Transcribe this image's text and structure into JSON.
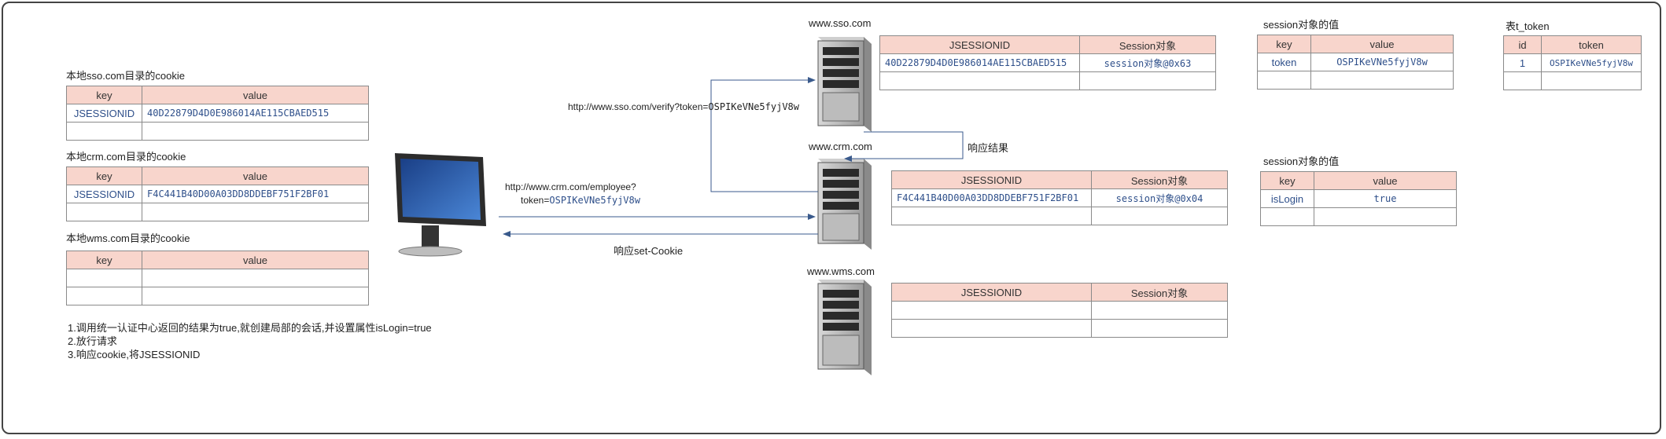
{
  "cookies": {
    "sso": {
      "title": "本地sso.com目录的cookie",
      "key_header": "key",
      "value_header": "value",
      "key": "JSESSIONID",
      "value": "40D22879D4D0E986014AE115CBAED515"
    },
    "crm": {
      "title": "本地crm.com目录的cookie",
      "key_header": "key",
      "value_header": "value",
      "key": "JSESSIONID",
      "value": "F4C441B40D00A03DD8DDEBF751F2BF01"
    },
    "wms": {
      "title": "本地wms.com目录的cookie",
      "key_header": "key",
      "value_header": "value"
    }
  },
  "notes": [
    "1.调用统一认证中心返回的结果为true,就创建局部的会话,并设置属性isLogin=true",
    "2.放行请求",
    "3.响应cookie,将JSESSIONID"
  ],
  "servers": {
    "sso": "www.sso.com",
    "crm": "www.crm.com",
    "wms": "www.wms.com"
  },
  "arrows": {
    "verify": {
      "prefix": "http://www.sso.com/verify?token=",
      "token": "OSPIKeVNe5fyjV8w"
    },
    "employee": {
      "line1": "http://www.crm.com/employee?",
      "prefix": "token=",
      "token": "OSPIKeVNe5fyjV8w"
    },
    "result": "响应结果",
    "set_cookie": "响应set-Cookie"
  },
  "sessions": {
    "sso": {
      "h1": "JSESSIONID",
      "h2": "Session对象",
      "id": "40D22879D4D0E986014AE115CBAED515",
      "obj": "session对象@0x63"
    },
    "crm": {
      "h1": "JSESSIONID",
      "h2": "Session对象",
      "id": "F4C441B40D00A03DD8DDEBF751F2BF01",
      "obj": "session对象@0x04"
    },
    "wms": {
      "h1": "JSESSIONID",
      "h2": "Session对象"
    }
  },
  "session_values": {
    "sso": {
      "title": "session对象的值",
      "h1": "key",
      "h2": "value",
      "key": "token",
      "value": "OSPIKeVNe5fyjV8w"
    },
    "crm": {
      "title": "session对象的值",
      "h1": "key",
      "h2": "value",
      "key": "isLogin",
      "value": "true"
    }
  },
  "t_token": {
    "title": "表t_token",
    "h1": "id",
    "h2": "token",
    "id": "1",
    "token": "OSPIKeVNe5fyjV8w"
  }
}
